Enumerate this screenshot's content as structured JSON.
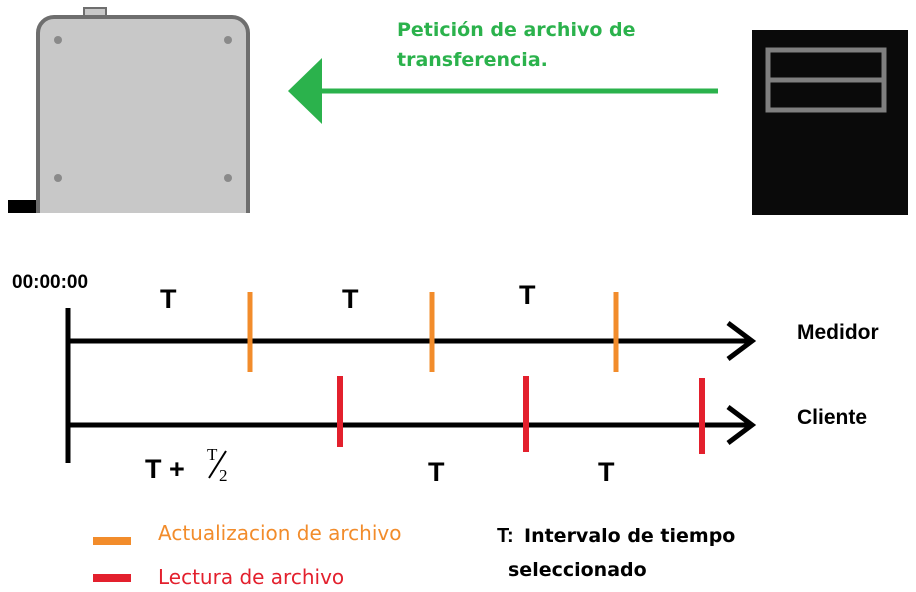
{
  "colors": {
    "request": "#2bb24c",
    "update": "#f28c2b",
    "read": "#e3202d",
    "axis": "#000000",
    "meter_body": "#c8c8c8",
    "meter_edge": "#6e6e6e",
    "server_frame": "#7f7f7f"
  },
  "icons": {
    "meter": "meter-icon",
    "server": "server-icon"
  },
  "header": {
    "request_line1": "Petición de archivo de",
    "request_line2": "transferencia."
  },
  "timeline": {
    "start_time": "00:00:00",
    "meter_label": "Medidor",
    "client_label": "Cliente",
    "interval_symbol": "T",
    "half_offset_label": "T +",
    "half_numerator": "T",
    "half_denominator": "2",
    "meter_update_count": 3,
    "client_read_count": 3
  },
  "legend": {
    "update_label": "Actualizacion de archivo",
    "read_label": "Lectura de archivo",
    "interval_key": "T:",
    "interval_text_line1": "Intervalo de tiempo",
    "interval_text_line2": "seleccionado"
  }
}
